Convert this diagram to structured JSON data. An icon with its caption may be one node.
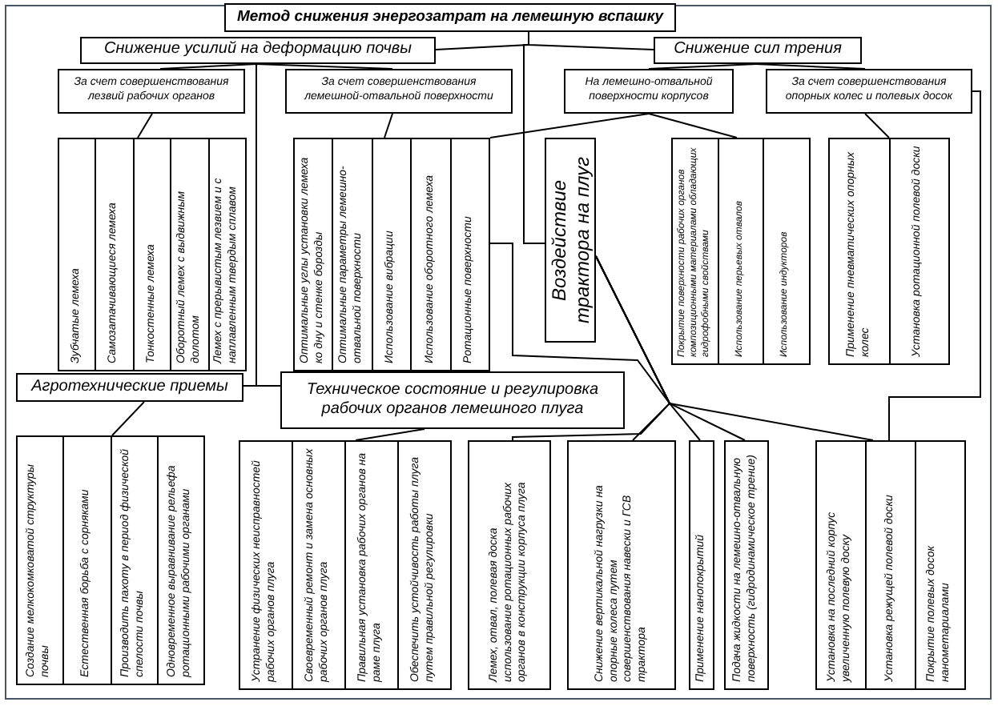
{
  "diagram": {
    "nodes": [
      {
        "text": [
          "Метод снижения энергозатрат на лемешную вспашку"
        ]
      },
      {
        "text": [
          "Снижение усилий на деформацию почвы"
        ]
      },
      {
        "text": [
          "Снижение сил трения"
        ]
      },
      {
        "text": [
          "За счет совершенствования лезвий рабочих органов"
        ]
      },
      {
        "text": [
          "За счет совершенствования лемешной-отвальной поверхности"
        ]
      },
      {
        "text": [
          "На лемешно-отвальной поверхности корпусов"
        ]
      },
      {
        "text": [
          "За счет совершенствования опорных колес и полевых досок"
        ]
      },
      {
        "text": [
          "Зубчатые лемеха",
          "Самозатачивающиеся лемеха",
          "Тонкостенные лемеха",
          "Оборотный лемех с выдвижным долотом",
          "Лемех с прерывистым лезвием и с наплавленным твердым сплавом"
        ]
      },
      {
        "text": [
          "Оптимальные углы установки лемеха ко дну и стенке борозды",
          "Оптимальные параметры лемешно-отвальной поверхности",
          "Использование вибрации",
          "Использование оборотного лемеха",
          "Ротационные поверхности"
        ]
      },
      {
        "text": [
          "Воздействие трактора на плуг"
        ]
      },
      {
        "text": [
          "Покрытие поверхности рабочих органов композиционными материалами обладающих гидрофобными свойствами",
          "Использование перьевых отвалов",
          "Использование индукторов"
        ]
      },
      {
        "text": [
          "Применение пневматических опорных колес",
          "Установка ротационной полевой доски"
        ]
      },
      {
        "text": [
          "Агротехнические приемы"
        ]
      },
      {
        "text": [
          "Техническое состояние и регулировка рабочих органов лемешного плуга"
        ]
      },
      {
        "text": [
          "Создание мелкокомковатой структуры почвы",
          "Естественная борьба с сорняками",
          "Производить пахоту в период физической спелости почвы",
          "Одновременное выравнивание рельефа ротационными рабочими органами"
        ]
      },
      {
        "text": [
          "Устранение физических неисправностей рабочих органов плуга",
          "Своевременный ремонт и замена основных рабочих органов плуга",
          "Правильная установка рабочих органов на раме плуга",
          "Обеспечить устойчивость работы плуга путем правильной регулировки"
        ]
      },
      {
        "text": [
          "Лемех, отвал, полевая доска использование ротационных рабочих органов в конструкции корпуса плуга"
        ]
      },
      {
        "text": [
          "Снижение вертикальной нагрузки на опорные колеса путем совершенствования навески и ГСВ трактора"
        ]
      },
      {
        "text": [
          "Применение нанопокрытий"
        ]
      },
      {
        "text": [
          "Подача жидкости на лемешно-отвальную поверхность (гидродинамическое трение)"
        ]
      },
      {
        "text": [
          "Установка на последний корпус увеличенную полевую доску",
          "Установка режущей полевой доски",
          "Покрытие полевых досок нанометариалами"
        ]
      }
    ],
    "edges": [
      {
        "from": 0,
        "to": 1,
        "arrow": "none"
      },
      {
        "from": 0,
        "to": 2,
        "arrow": "none"
      },
      {
        "from": 0,
        "to": 9,
        "arrow": "none"
      },
      {
        "from": 1,
        "to": 3,
        "arrow": "none"
      },
      {
        "from": 1,
        "to": 4,
        "arrow": "none"
      },
      {
        "from": 1,
        "to": 12,
        "arrow": "none"
      },
      {
        "from": 1,
        "to": 13,
        "arrow": "none"
      },
      {
        "from": 2,
        "to": 5,
        "arrow": "none"
      },
      {
        "from": 2,
        "to": 6,
        "arrow": "none"
      },
      {
        "from": 3,
        "to": 7,
        "arrow": "none"
      },
      {
        "from": 4,
        "to": 8,
        "arrow": "none"
      },
      {
        "from": 5,
        "to": 8,
        "arrow": "none"
      },
      {
        "from": 5,
        "to": 10,
        "arrow": "none"
      },
      {
        "from": 6,
        "to": 11,
        "arrow": "none"
      },
      {
        "from": 6,
        "to": 20,
        "arrow": "none"
      },
      {
        "from": 12,
        "to": 14,
        "arrow": "none"
      },
      {
        "from": 13,
        "to": 15,
        "arrow": "none"
      },
      {
        "from": 8,
        "to": 16,
        "arrow": "none"
      },
      {
        "from": 9,
        "to": 17,
        "arrow": "none"
      },
      {
        "from": 9,
        "to": 18,
        "arrow": "none"
      },
      {
        "from": 9,
        "to": 19,
        "arrow": "none"
      },
      {
        "from": 9,
        "to": 20,
        "arrow": "none"
      }
    ]
  }
}
